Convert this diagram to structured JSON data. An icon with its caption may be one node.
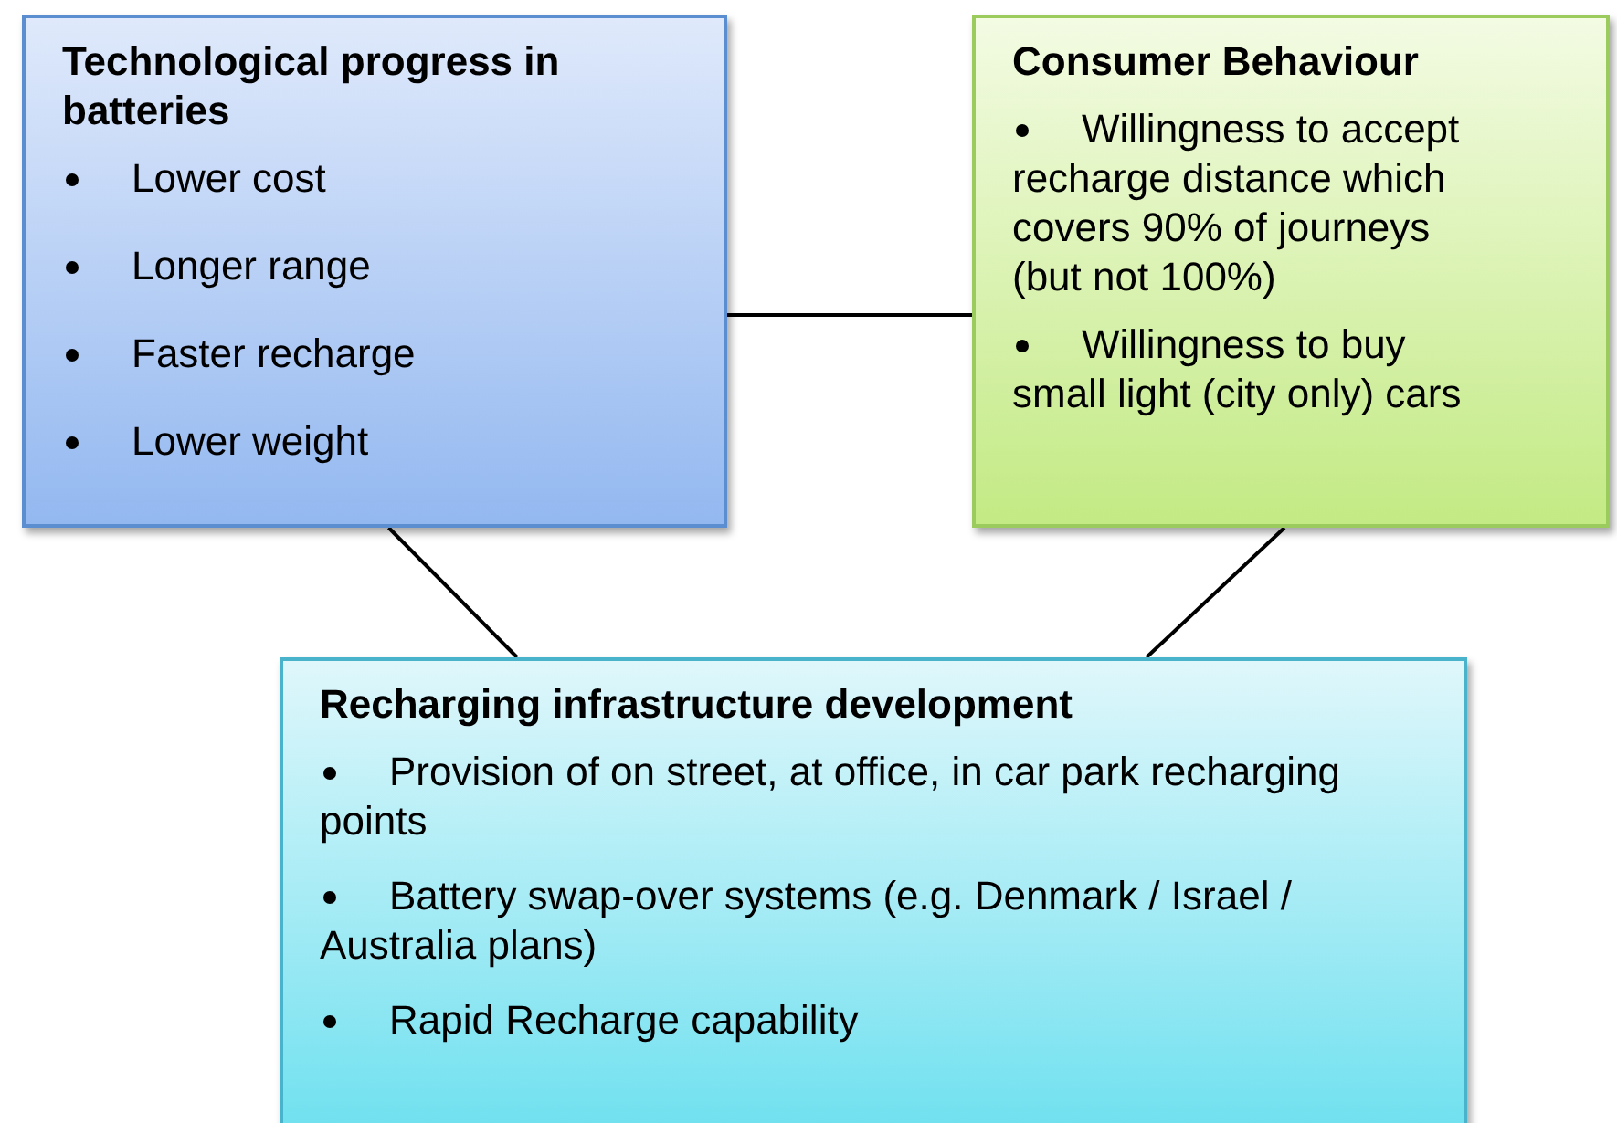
{
  "diagram": {
    "nodes": [
      {
        "text": [
          "Technological progress in batteries",
          "Lower cost",
          "Longer range",
          "Faster recharge",
          "Lower weight"
        ]
      },
      {
        "text": [
          "Consumer Behaviour",
          "Willingness to accept recharge distance which covers 90% of journeys (but not 100%)",
          "Willingness to buy small light (city only) cars"
        ]
      },
      {
        "text": [
          "Recharging infrastructure development",
          "Provision of on street, at office, in car park recharging points",
          "Battery swap-over systems (e.g. Denmark / Israel / Australia plans)",
          "Rapid Recharge capability"
        ]
      }
    ],
    "edges": [
      {
        "from": 0,
        "to": 1,
        "arrow": "none"
      },
      {
        "from": 0,
        "to": 2,
        "arrow": "none"
      },
      {
        "from": 1,
        "to": 2,
        "arrow": "none"
      }
    ]
  }
}
